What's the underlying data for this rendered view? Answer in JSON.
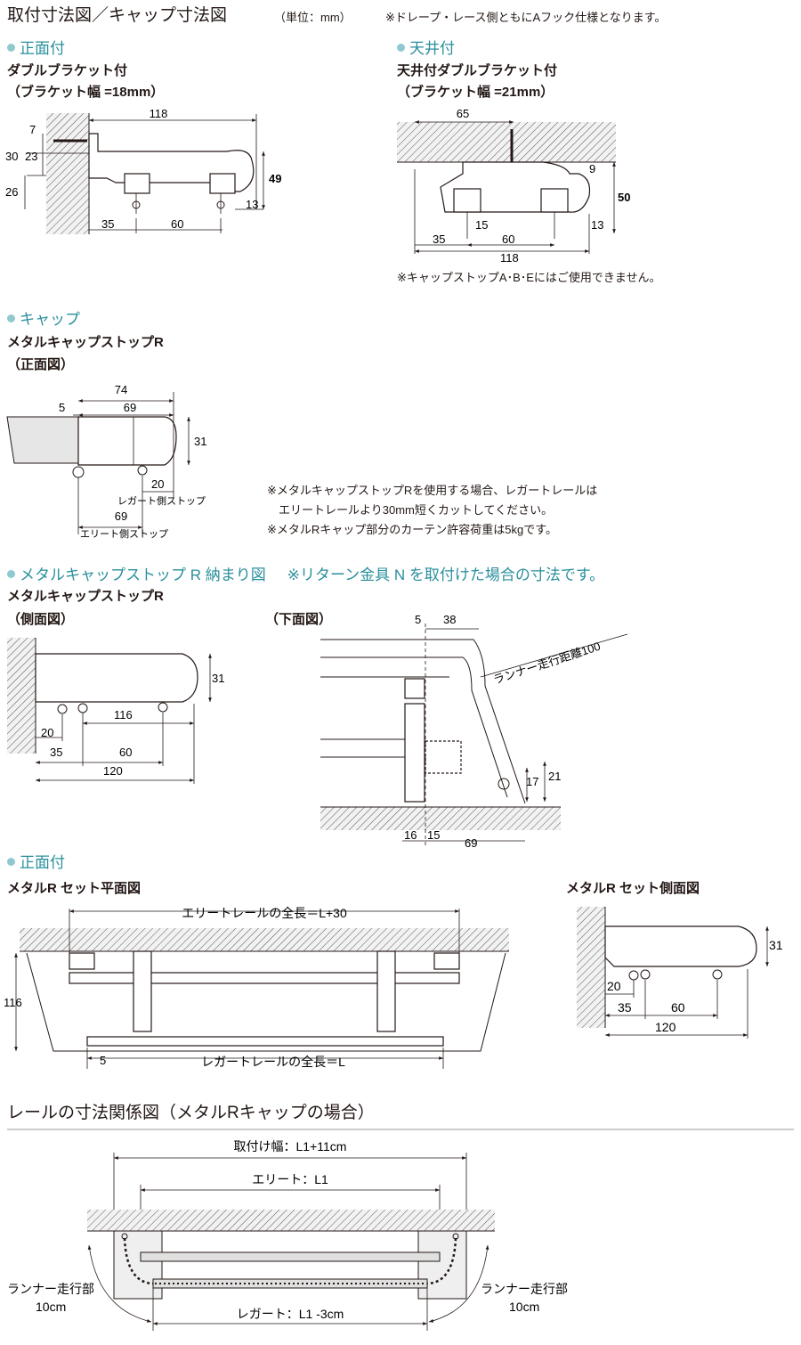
{
  "header": {
    "title": "取付寸法図／キャップ寸法図",
    "unit": "（単位：mm）",
    "note": "※ドレープ・レース側ともにAフック仕様となります。"
  },
  "front_mount": {
    "section": "正面付",
    "name": "ダブルブラケット付",
    "spec": "（ブラケット幅 =18mm）",
    "dims": [
      "118",
      "7",
      "30",
      "23",
      "26",
      "49",
      "13",
      "35",
      "60"
    ]
  },
  "ceiling_mount": {
    "section": "天井付",
    "name": "天井付ダブルブラケット付",
    "spec": "（ブラケット幅 =21mm）",
    "dims": [
      "65",
      "9",
      "50",
      "15",
      "13",
      "35",
      "60",
      "118"
    ],
    "note": "※キャップストップA･B･Eにはご使用できません。"
  },
  "cap": {
    "section": "キャップ",
    "name": "メタルキャップストップR",
    "view": "（正面図）",
    "dims": [
      "74",
      "5",
      "69",
      "31",
      "20",
      "69"
    ],
    "label_regato": "レガート側ストップ",
    "label_elite": "エリート側ストップ",
    "notes": [
      "※メタルキャップストップRを使用する場合、レガートレールは",
      "　エリートレールより30mm短くカットしてください。",
      "※メタルRキャップ部分のカーテン許容荷重は5kgです。"
    ]
  },
  "fit": {
    "section": "メタルキャップストップ R 納まり図",
    "section_note": "※リターン金具 N を取付けた場合の寸法です。",
    "name": "メタルキャップストップR",
    "side_view": "（側面図）",
    "bottom_view": "（下面図）",
    "side_dims": [
      "31",
      "116",
      "20",
      "35",
      "60",
      "120"
    ],
    "bottom_dims": [
      "5",
      "38",
      "21",
      "17",
      "16",
      "15",
      "69"
    ],
    "runner_label": "ランナー走行距離100"
  },
  "set": {
    "section": "正面付",
    "plan_title": "メタルR セット平面図",
    "side_title": "メタルR セット側面図",
    "elite_len": "エリートレールの全長＝L+30",
    "regato_len": "レガートレールの全長＝L",
    "plan_dims": [
      "116",
      "5"
    ],
    "side_dims": [
      "31",
      "20",
      "35",
      "60",
      "120"
    ]
  },
  "relation": {
    "title": "レールの寸法関係図（メタルRキャップの場合）",
    "mount_width": "取付け幅：L1+11cm",
    "elite": "エリート：L1",
    "regato": "レガート：L1 -3cm",
    "runner_left": [
      "ランナー走行部",
      "10cm"
    ],
    "runner_right": [
      "ランナー走行部",
      "10cm"
    ]
  }
}
